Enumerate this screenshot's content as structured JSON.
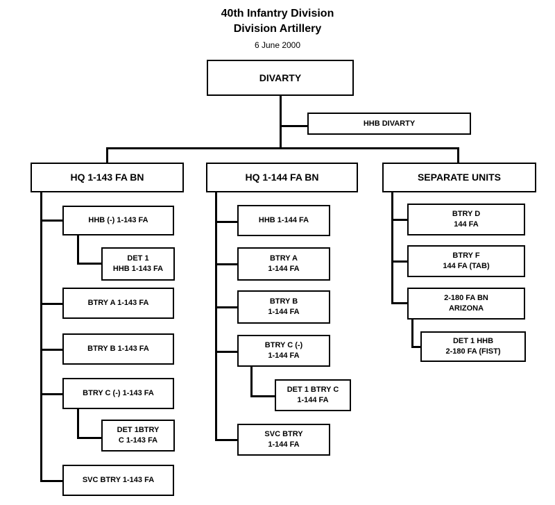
{
  "title": {
    "line1": "40th Infantry Division",
    "line2": "Division Artillery",
    "date": "6 June 2000"
  },
  "org": {
    "divarty": "DIVARTY",
    "hhb_divarty": "HHB  DIVARTY",
    "bn143": {
      "hq": "HQ 1-143 FA BN",
      "hhb": "HHB (-) 1-143 FA",
      "det1_hhb": "DET 1\nHHB 1-143 FA",
      "btry_a": "BTRY A 1-143 FA",
      "btry_b": "BTRY B 1-143 FA",
      "btry_c": "BTRY C (-) 1-143 FA",
      "det1_btry_c": "DET 1BTRY\nC 1-143 FA",
      "svc": "SVC BTRY 1-143 FA"
    },
    "bn144": {
      "hq": "HQ 1-144 FA BN",
      "hhb": "HHB 1-144 FA",
      "btry_a": "BTRY A\n1-144 FA",
      "btry_b": "BTRY B\n1-144 FA",
      "btry_c": "BTRY C (-)\n1-144 FA",
      "det1_btry_c": "DET 1  BTRY C\n1-144 FA",
      "svc": "SVC BTRY\n1-144 FA"
    },
    "separate": {
      "hq": "SEPARATE UNITS",
      "btry_d": "BTRY D\n144 FA",
      "btry_f": "BTRY F\n144 FA (TAB)",
      "bn180": "2-180 FA BN\nARIZONA",
      "det1_hhb_180": "DET 1 HHB\n2-180 FA (FIST)"
    }
  }
}
